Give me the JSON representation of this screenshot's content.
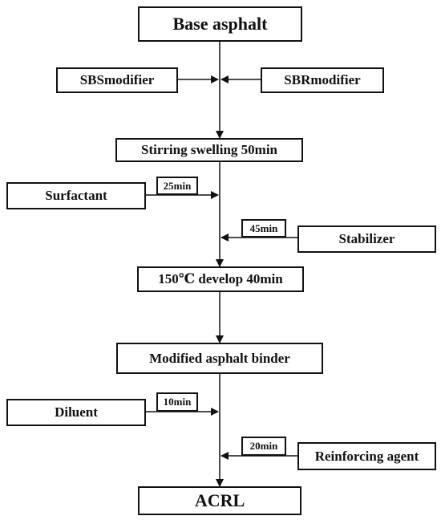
{
  "nodes": {
    "base": "Base asphalt",
    "sbs": "SBSmodifier",
    "sbr": "SBRmodifier",
    "stirring": "Stirring swelling 50min",
    "surfactant": "Surfactant",
    "stabilizer": "Stabilizer",
    "develop": "150℃ develop 40min",
    "modified": "Modified asphalt binder",
    "diluent": "Diluent",
    "reinforcing": "Reinforcing agent",
    "acrl": "ACRL"
  },
  "times": {
    "surfactant": "25min",
    "stabilizer": "45min",
    "diluent": "10min",
    "reinforcing": "20min"
  }
}
